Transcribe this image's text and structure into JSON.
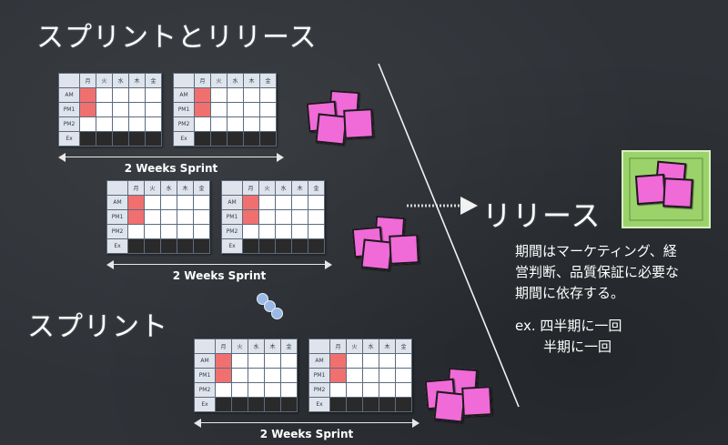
{
  "titles": {
    "top": "スプリントとリリース",
    "bottom": "スプリント",
    "release": "リリース"
  },
  "calendar": {
    "days": [
      "月",
      "火",
      "水",
      "木",
      "金"
    ],
    "rows": [
      "AM",
      "PM1",
      "PM2",
      "Ex"
    ]
  },
  "sprint_label": "2 Weeks Sprint",
  "release_note": {
    "line1": "期間はマーケティング、経",
    "line2": "営判断、品質保証に必要な",
    "line3": "期間に依存する。",
    "line4": "ex. 四半期に一回",
    "line5": "半期に一回"
  },
  "colors": {
    "background": "#2f3338",
    "task_cell": "#f07070",
    "product_square": "#f06ad8",
    "release_box": "#9bd36a",
    "dots": "#9bb9e6"
  }
}
